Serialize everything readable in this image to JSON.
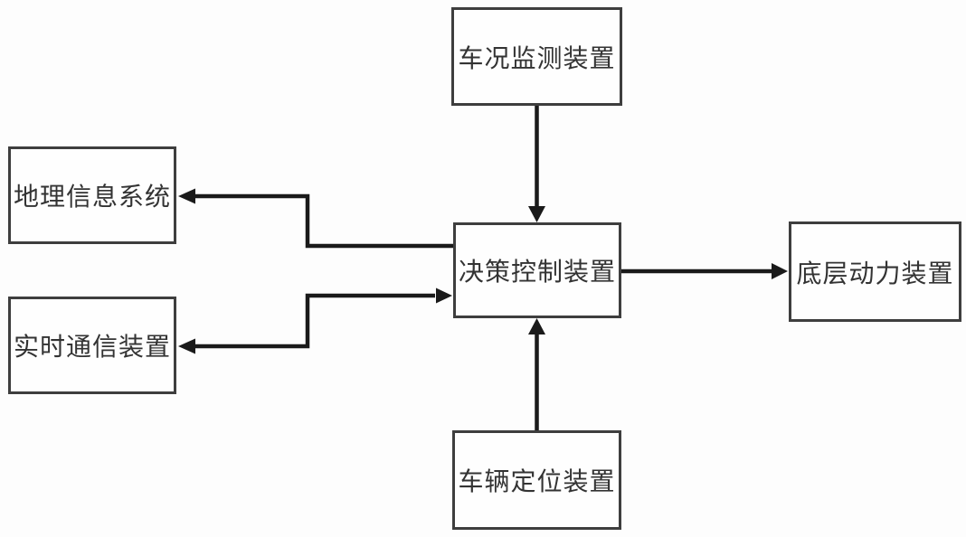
{
  "figure": {
    "type": "block-diagram",
    "background": "#fdfdfd",
    "line_color": "#1a1a1a",
    "box_border_color": "#3e3e3e",
    "text_color": "#333333"
  },
  "nodes": {
    "vehicle_condition_monitor": {
      "label": "车况监测装置"
    },
    "geographic_info_system": {
      "label": "地理信息系统"
    },
    "realtime_comm_device": {
      "label": "实时通信装置"
    },
    "decision_control_device": {
      "label": "决策控制装置"
    },
    "underlying_power_device": {
      "label": "底层动力装置"
    },
    "vehicle_positioning_device": {
      "label": "车辆定位装置"
    }
  },
  "edges": [
    {
      "from": "车况监测装置",
      "to": "决策控制装置",
      "arrow": "single",
      "routing": "straight-down"
    },
    {
      "from": "车辆定位装置",
      "to": "决策控制装置",
      "arrow": "single",
      "routing": "straight-up"
    },
    {
      "from": "决策控制装置",
      "to": "底层动力装置",
      "arrow": "single",
      "routing": "straight-right"
    },
    {
      "from": "决策控制装置",
      "to": "地理信息系统",
      "arrow": "single",
      "routing": "elbow-left-up-left"
    },
    {
      "from": "实时通信装置",
      "to": "决策控制装置",
      "arrow": "double",
      "routing": "elbow-right-up-right"
    }
  ]
}
